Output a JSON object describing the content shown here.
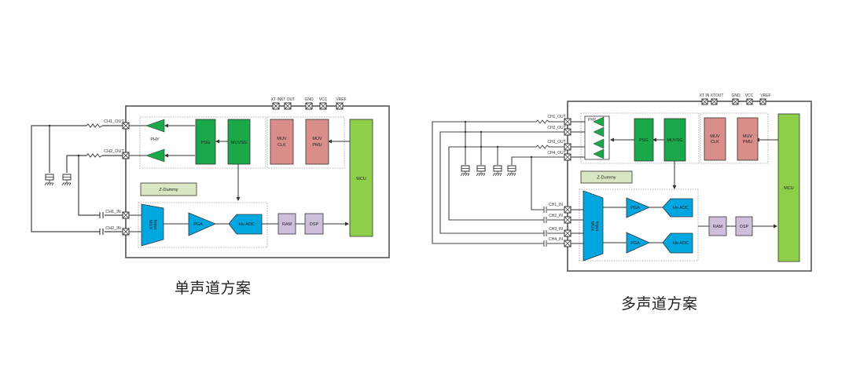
{
  "diagrams": [
    {
      "caption": "单声道方案",
      "top_pins": [
        "XT IN",
        "XT OUT",
        "GND",
        "VCC",
        "VREF"
      ],
      "out_pins": [
        "CH1_OUT",
        "CH2_OUT"
      ],
      "in_pins": [
        "CH1_IN",
        "CH2_IN"
      ],
      "blocks": {
        "phy": "PHY",
        "psg": "PSG",
        "muvsg": "MUVSG",
        "muv_clk": [
          "MUV",
          "CLK"
        ],
        "muv_pmu": [
          "MUV",
          "PMU"
        ],
        "mcu": "MCU",
        "z_dummy": "Z-Dummy",
        "input_mux": [
          "Input",
          "MUX"
        ],
        "pga": "PGA",
        "adc": "Hs-ADC",
        "ram": "RAM",
        "dsp": "DSP"
      }
    },
    {
      "caption": "多声道方案",
      "top_pins": [
        "XT IN",
        "XTOUT",
        "GND",
        "VCC",
        "VREF"
      ],
      "out_pins": [
        "CH1_OUT",
        "CH2_OUT",
        "CH3_OUT",
        "CH4_OUT"
      ],
      "in_pins": [
        "CH1_IN",
        "CH2_IN",
        "CH3_IN",
        "CH4_IN"
      ],
      "blocks": {
        "phy": "PHY",
        "psg": "PSG",
        "muvsg": "MUVSG",
        "muv_clk": [
          "MUV",
          "CLK"
        ],
        "muv_pmu": [
          "MUV",
          "PMU"
        ],
        "mcu": "MCU",
        "z_dummy": "Z-Dummy",
        "input_mux": [
          "Input",
          "MUX"
        ],
        "pga": [
          "PGA",
          "PGA"
        ],
        "adc": [
          "Hs-ADC",
          "Hs-ADC"
        ],
        "ram": "RAM",
        "dsp": "DSP"
      }
    }
  ],
  "colors": {
    "green_dark": "#1aa84a",
    "green_light": "#8ecf4a",
    "salmon": "#d98e8a",
    "blue": "#00a6e0",
    "lavender": "#cdbfdc",
    "z_dummy": "#d9e6c4",
    "line": "#404040"
  }
}
